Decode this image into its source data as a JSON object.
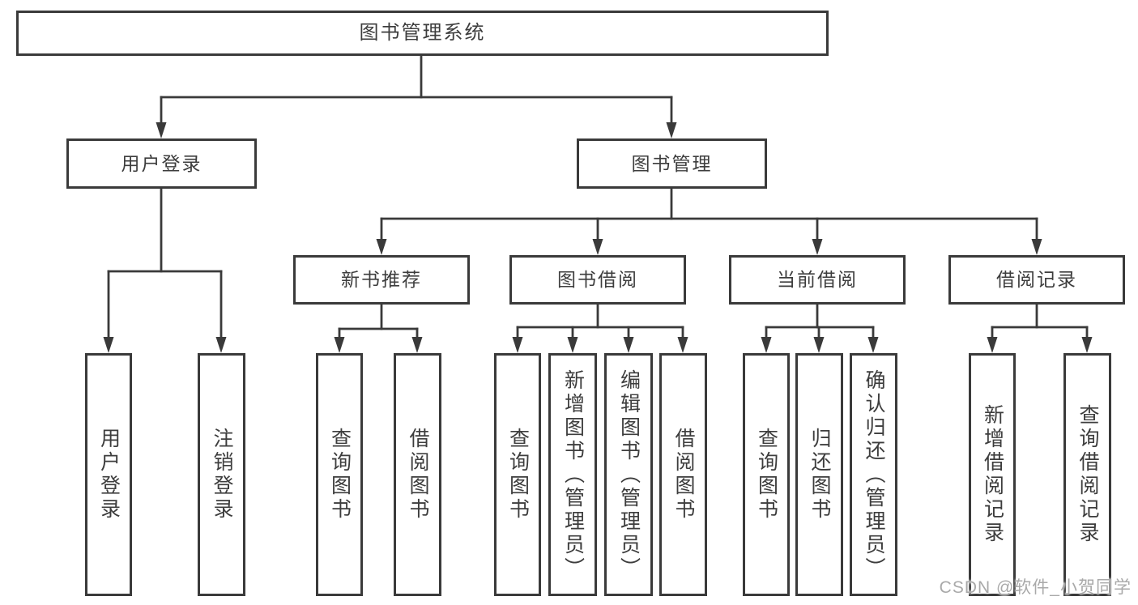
{
  "colors": {
    "line": "#3a3a3a",
    "box-border": "#3a3a3a",
    "text": "#3d3d3d",
    "watermark": "#a9a9a9",
    "background": "#ffffff"
  },
  "root": {
    "label": "图书管理系统"
  },
  "level2": [
    {
      "label": "用户登录"
    },
    {
      "label": "图书管理"
    }
  ],
  "level3": [
    {
      "label": "新书推荐"
    },
    {
      "label": "图书借阅"
    },
    {
      "label": "当前借阅"
    },
    {
      "label": "借阅记录"
    }
  ],
  "leaves": {
    "user_login": [
      "用户登录",
      "注销登录"
    ],
    "new_book_recommend": [
      "查询图书",
      "借阅图书"
    ],
    "book_borrow": [
      "查询图书",
      "新增图书（管理员）",
      "编辑图书（管理员）",
      "借阅图书"
    ],
    "current_borrow": [
      "查询图书",
      "归还图书",
      "确认归还（管理员）"
    ],
    "borrow_records": [
      "新增借阅记录",
      "查询借阅记录"
    ]
  },
  "watermark": "CSDN @软件_小贺同学"
}
